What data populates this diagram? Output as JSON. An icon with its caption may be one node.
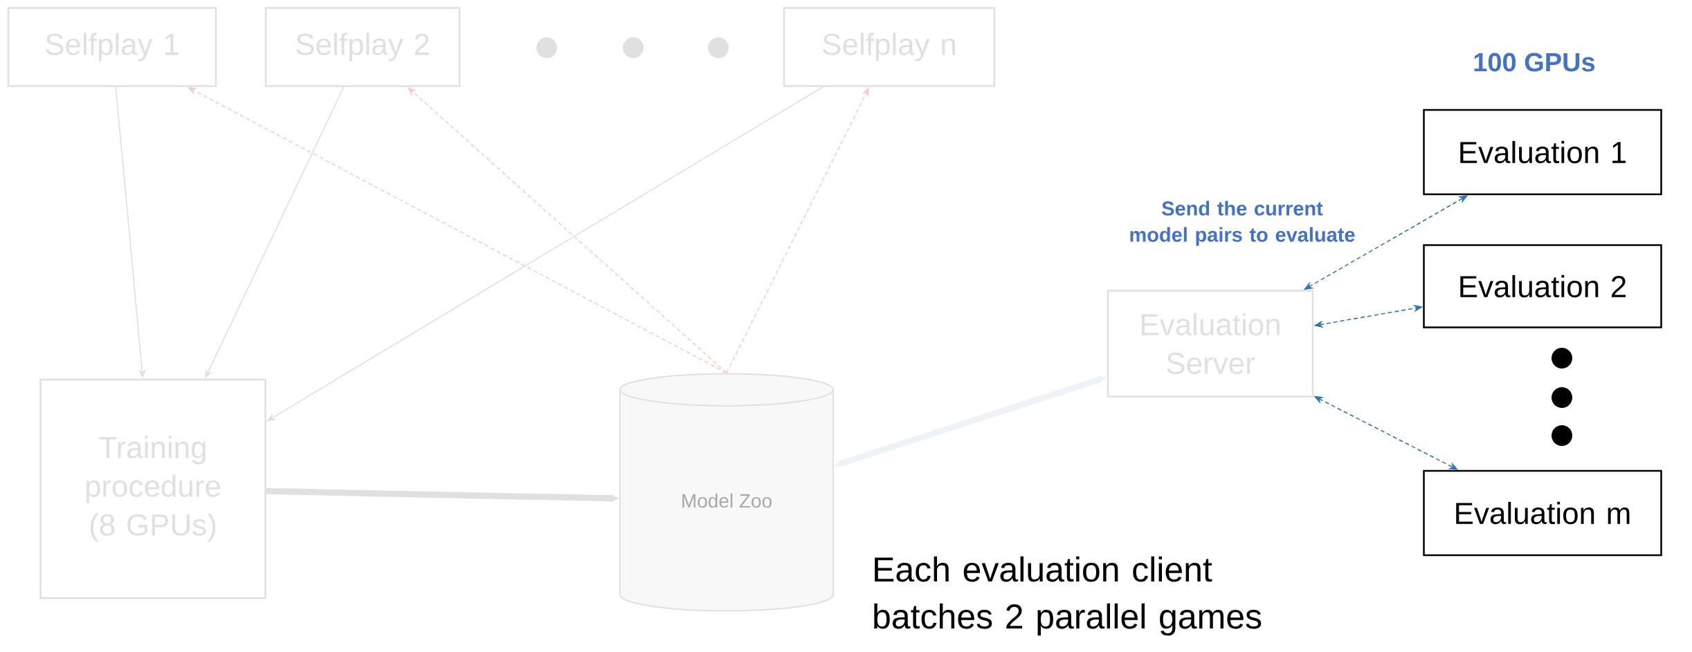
{
  "diagram": {
    "nodes": [
      {
        "text": [
          "Selfplay 1"
        ]
      },
      {
        "text": [
          "Selfplay 2"
        ]
      },
      {
        "text": [
          "Selfplay n"
        ]
      },
      {
        "text": [
          "Training procedure (8 GPUs)"
        ]
      },
      {
        "text": [
          "Model Zoo"
        ]
      },
      {
        "text": [
          "Evaluation Server"
        ]
      },
      {
        "text": [
          "Evaluation 1"
        ]
      },
      {
        "text": [
          "Evaluation 2"
        ]
      },
      {
        "text": [
          "Evaluation m"
        ]
      }
    ],
    "edges": [
      {
        "from": 0,
        "to": 3,
        "arrow": "to"
      },
      {
        "from": 1,
        "to": 3,
        "arrow": "to"
      },
      {
        "from": 2,
        "to": 3,
        "arrow": "to"
      },
      {
        "from": 4,
        "to": 0,
        "arrow": "to",
        "style": "dashed",
        "color": "#f8cccc"
      },
      {
        "from": 4,
        "to": 1,
        "arrow": "to",
        "style": "dashed",
        "color": "#f8cccc"
      },
      {
        "from": 4,
        "to": 2,
        "arrow": "to",
        "style": "dashed",
        "color": "#f8cccc"
      },
      {
        "from": 3,
        "to": 4,
        "arrow": "to",
        "style": "thick"
      },
      {
        "from": 5,
        "to": 4,
        "arrow": "both",
        "style": "thick",
        "color": "#eef3f8"
      },
      {
        "from": 5,
        "to": 6,
        "arrow": "both",
        "style": "dashed",
        "color": "#2e75b6"
      },
      {
        "from": 5,
        "to": 7,
        "arrow": "both",
        "style": "dashed",
        "color": "#2e75b6"
      },
      {
        "from": 5,
        "to": 8,
        "arrow": "both",
        "style": "dashed",
        "color": "#2e75b6"
      }
    ],
    "labels": [
      "100 GPUs",
      "Send the current model pairs to evaluate",
      "Each evaluation client batches 2 parallel games"
    ]
  }
}
